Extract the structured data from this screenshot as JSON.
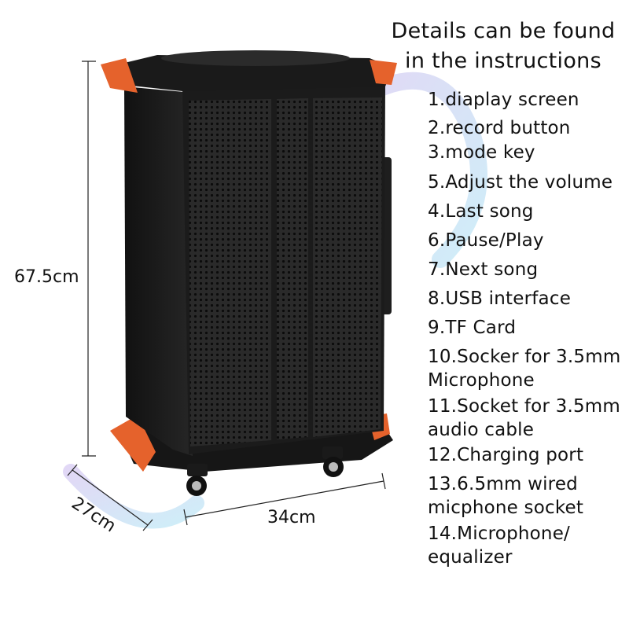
{
  "heading": {
    "line1": "Details can be found",
    "line2": "in the instructions"
  },
  "features": [
    "1.diaplay screen",
    "2.record button",
    "3.mode key",
    "5.Adjust the volume",
    "4.Last song",
    "6.Pause/Play",
    "7.Next song",
    "8.USB interface",
    "9.TF Card",
    "10.Socker for 3.5mm",
    "Microphone",
    "11.Socket for 3.5mm",
    "audio cable",
    "12.Charging port",
    "13.6.5mm wired",
    "micphone socket",
    "14.Microphone/",
    "equalizer"
  ],
  "dimensions": {
    "height": "67.5cm",
    "width": "34cm",
    "depth": "27cm"
  },
  "colors": {
    "body": "#1b1b1b",
    "accent_handles": "#e5622c",
    "watermark": "#b9d4f2"
  }
}
